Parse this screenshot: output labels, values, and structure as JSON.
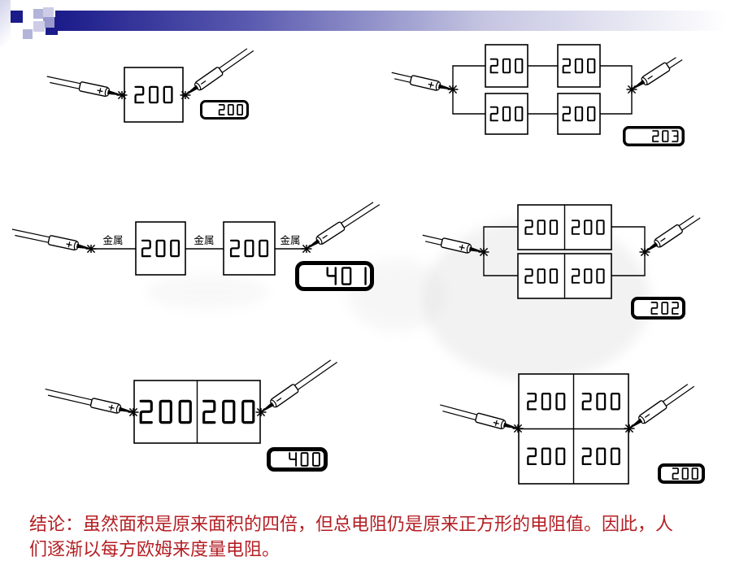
{
  "conclusion": {
    "text": "结论：虽然面积是原来面积的四倍，但总电阻仍是原来正方形的电阻值。因此，人们逐渐以每方欧姆来度量电阻。",
    "color": "#b41f24"
  },
  "decoration": {
    "bar_gradient_start": "#1b1b8a",
    "bar_gradient_end": "#ffffff",
    "square_navy": "#1b1b8a",
    "square_light": "#cdcde8",
    "square_medium": "#9a9ace",
    "square_soft": "#b4b4da"
  },
  "probe_labels": {
    "positive": "+",
    "negative": "-"
  },
  "diagrams": [
    {
      "name": "single-square",
      "squares": [
        "200"
      ],
      "display": "200"
    },
    {
      "name": "four-squares-series-parallel",
      "squares": [
        "200",
        "200",
        "200",
        "200"
      ],
      "display": "203"
    },
    {
      "name": "two-squares-series",
      "squares": [
        "200",
        "200"
      ],
      "display": "401",
      "wire_labels": [
        "金属",
        "金属",
        "金属"
      ]
    },
    {
      "name": "two-dominoes-parallel",
      "squares": [
        "200",
        "200",
        "200",
        "200"
      ],
      "display": "202"
    },
    {
      "name": "domino-two-squares",
      "squares": [
        "200",
        "200"
      ],
      "display": "400"
    },
    {
      "name": "grid-four-squares",
      "squares": [
        "200",
        "200",
        "200",
        "200"
      ],
      "display": "200"
    }
  ]
}
